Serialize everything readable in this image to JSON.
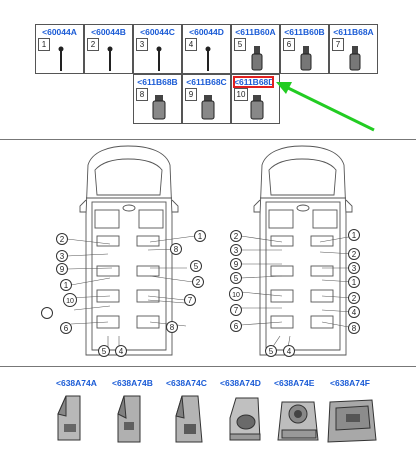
{
  "top_parts": [
    {
      "code": "<60044A",
      "num": "1"
    },
    {
      "code": "<60044B",
      "num": "2"
    },
    {
      "code": "<60044C",
      "num": "3"
    },
    {
      "code": "<60044D",
      "num": "4"
    },
    {
      "code": "<611B60A",
      "num": "5"
    },
    {
      "code": "<611B60B",
      "num": "6"
    },
    {
      "code": "<611B68A",
      "num": "7"
    }
  ],
  "second_parts": [
    {
      "code": "<611B68B",
      "num": "8"
    },
    {
      "code": "<611B68C",
      "num": "9"
    },
    {
      "code": "<611B68D",
      "num": "10"
    }
  ],
  "highlighted_code": "<611B68D",
  "callouts_left": [
    "2",
    "1",
    "3",
    "8",
    "9",
    "5",
    "1",
    "2",
    "10",
    "7",
    "6",
    "8",
    "5",
    "4"
  ],
  "callouts_right": [
    "1",
    "2",
    "3",
    "2",
    "9",
    "3",
    "5",
    "1",
    "10",
    "2",
    "7",
    "4",
    "6",
    "8",
    "5",
    "4"
  ],
  "bottom_parts": [
    {
      "code": "<638A74A"
    },
    {
      "code": "<638A74B"
    },
    {
      "code": "<638A74C"
    },
    {
      "code": "<638A74D"
    },
    {
      "code": "<638A74E"
    },
    {
      "code": "<638A74F"
    }
  ],
  "colors": {
    "code_blue": "#1a5bd6",
    "highlight_red": "#e02020",
    "arrow_green": "#22cc22"
  }
}
